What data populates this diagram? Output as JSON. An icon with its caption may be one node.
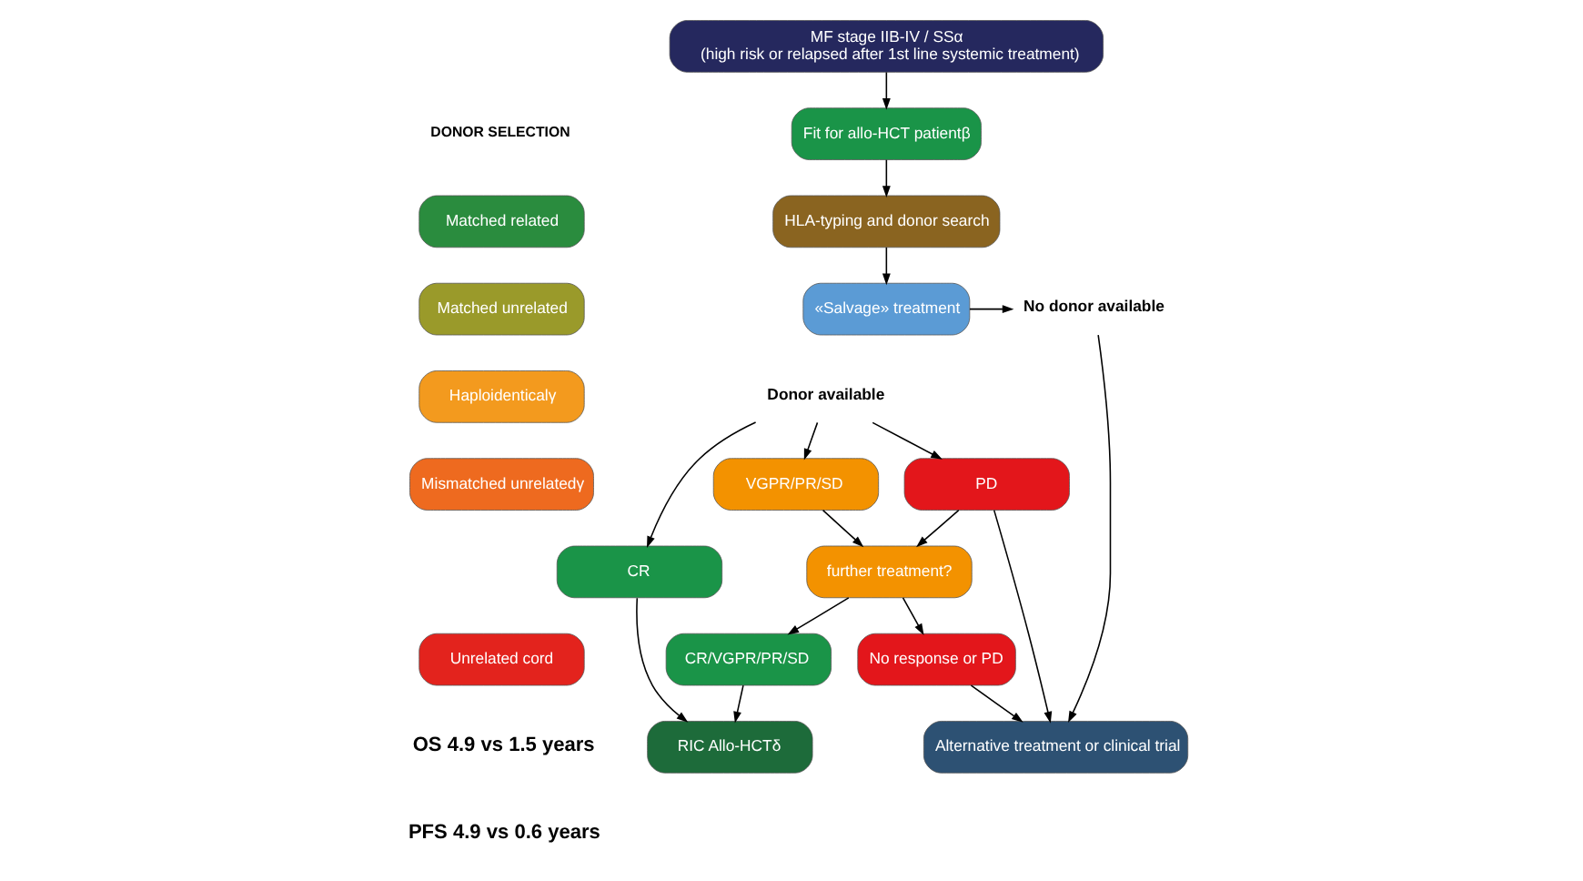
{
  "diagram": {
    "nodes": [
      {
        "text": [
          "MF stage IIB-IV / SSα",
          "(high risk or relapsed after 1st line systemic treatment)"
        ]
      },
      {
        "text": [
          "Fit for allo-HCT patientβ"
        ]
      },
      {
        "text": [
          "HLA-typing and donor search"
        ]
      },
      {
        "text": [
          "«Salvage» treatment"
        ]
      },
      {
        "text": [
          "No donor available"
        ]
      },
      {
        "text": [
          "Donor available"
        ]
      },
      {
        "text": [
          "CR"
        ]
      },
      {
        "text": [
          "VGPR/PR/SD"
        ]
      },
      {
        "text": [
          "PD"
        ]
      },
      {
        "text": [
          "further treatment?"
        ]
      },
      {
        "text": [
          "Alternative treatment or clinical trial"
        ]
      },
      {
        "text": [
          "RIC Allo-HCTδ"
        ]
      },
      {
        "text": [
          "CR/VGPR/PR/SD"
        ]
      },
      {
        "text": [
          "No response or PD"
        ]
      },
      {
        "text": [
          "Matched related"
        ]
      },
      {
        "text": [
          "Matched unrelated"
        ]
      },
      {
        "text": [
          "Haploidenticalγ"
        ]
      },
      {
        "text": [
          "Mismatched unrelatedγ"
        ]
      },
      {
        "text": [
          "Unrelated cord"
        ]
      }
    ],
    "edges": [
      {
        "from": 0,
        "to": 1,
        "arrow": "to"
      },
      {
        "from": 1,
        "to": 2,
        "arrow": "to"
      },
      {
        "from": 2,
        "to": 3,
        "arrow": "to"
      },
      {
        "from": 3,
        "to": 4,
        "arrow": "to"
      },
      {
        "from": 5,
        "to": 6,
        "arrow": "to"
      },
      {
        "from": 5,
        "to": 7,
        "arrow": "to"
      },
      {
        "from": 5,
        "to": 8,
        "arrow": "to"
      },
      {
        "from": 4,
        "to": 10,
        "arrow": "to"
      },
      {
        "from": 6,
        "to": 11,
        "arrow": "to"
      },
      {
        "from": 7,
        "to": 9,
        "arrow": "to"
      },
      {
        "from": 8,
        "to": 9,
        "arrow": "to"
      },
      {
        "from": 8,
        "to": 10,
        "arrow": "to"
      },
      {
        "from": 9,
        "to": 12,
        "arrow": "to"
      },
      {
        "from": 9,
        "to": 13,
        "arrow": "to"
      },
      {
        "from": 12,
        "to": 11,
        "arrow": "to"
      },
      {
        "from": 13,
        "to": 10,
        "arrow": "to"
      }
    ],
    "labels": [
      "DONOR SELECTION",
      "OS 4.9 vs 1.5 years",
      "PFS 4.9 vs 0.6 years"
    ]
  }
}
